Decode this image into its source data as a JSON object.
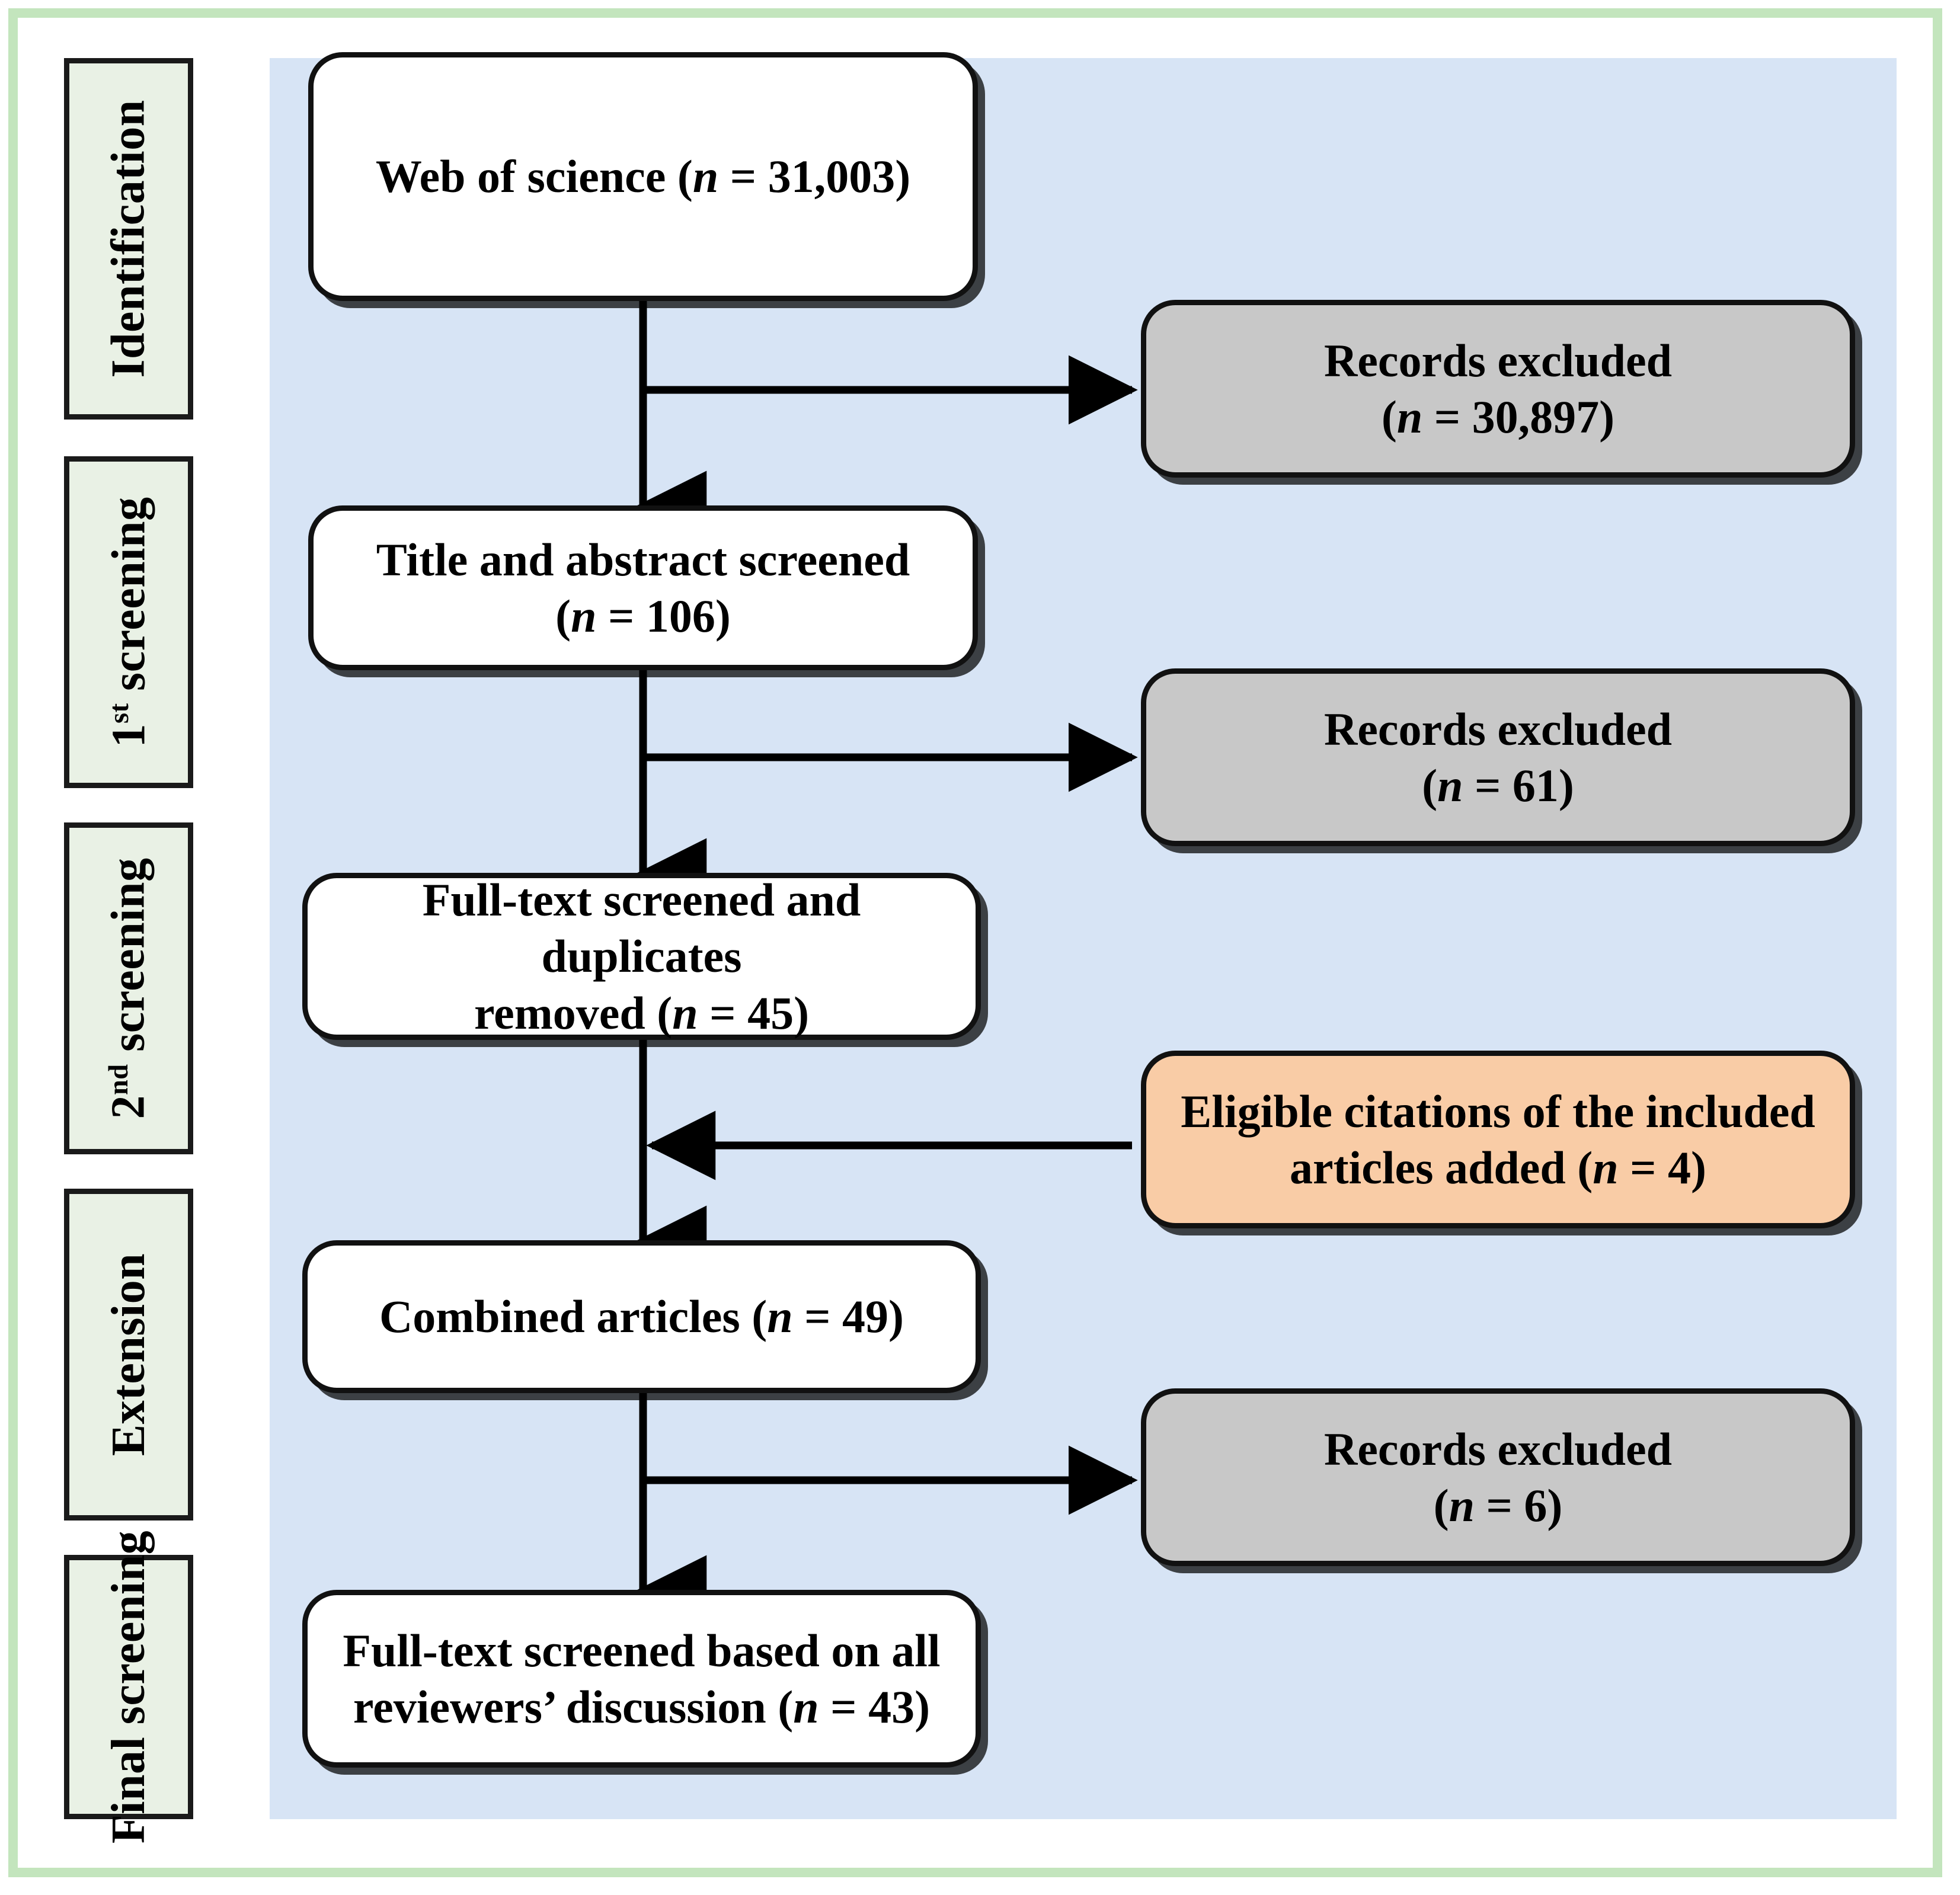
{
  "figure": {
    "type": "prisma-flow-diagram",
    "frame_color": "#c3e5bd",
    "panel_color": "#d7e4f5"
  },
  "stages": [
    {
      "name": "identification",
      "label": "Identification",
      "prefix": "",
      "suffix": ""
    },
    {
      "name": "first-screening",
      "label": "",
      "prefix": "1",
      "sup": "st",
      "suffix": " screening"
    },
    {
      "name": "second-screening",
      "label": "",
      "prefix": "2",
      "sup": "nd",
      "suffix": " screening"
    },
    {
      "name": "extension",
      "label": "Extension",
      "prefix": "",
      "suffix": ""
    },
    {
      "name": "final-screening",
      "label": "Final screening",
      "prefix": "",
      "suffix": ""
    }
  ],
  "flow": {
    "nodes": [
      {
        "id": "web-of-science",
        "kind": "white",
        "lines": [
          {
            "text": "Web of science (",
            "n_italic": "n",
            "rest": " = 31,003)"
          }
        ],
        "plain": "Web of science (n = 31,003)",
        "color": "#ffffff"
      },
      {
        "id": "records-excluded-1",
        "kind": "grey",
        "line1": "Records excluded",
        "line2_pre": "(",
        "line2_n": "n",
        "line2_post": " = 30,897)",
        "plain": "Records excluded (n = 30,897)",
        "color": "#c8c8c8"
      },
      {
        "id": "title-abstract-screened",
        "kind": "white",
        "line1": "Title and abstract screened",
        "line2_pre": "(",
        "line2_n": "n",
        "line2_post": " = 106)",
        "plain": "Title and abstract screened (n = 106)",
        "color": "#ffffff"
      },
      {
        "id": "records-excluded-2",
        "kind": "grey",
        "line1": "Records excluded",
        "line2_pre": "(",
        "line2_n": "n",
        "line2_post": " = 61)",
        "plain": "Records excluded (n = 61)",
        "color": "#c8c8c8"
      },
      {
        "id": "full-text-duplicates",
        "kind": "white",
        "line1": "Full-text screened and duplicates",
        "line2_pre": "removed (",
        "line2_n": "n",
        "line2_post": " = 45)",
        "plain": "Full-text screened and duplicates removed (n = 45)",
        "color": "#ffffff"
      },
      {
        "id": "eligible-citations",
        "kind": "orange",
        "line1": "Eligible citations of the included",
        "line2_pre": "articles added (",
        "line2_n": "n",
        "line2_post": " = 4)",
        "plain": "Eligible citations of the included articles added (n = 4)",
        "color": "#f9cca6"
      },
      {
        "id": "combined-articles",
        "kind": "white",
        "line1_pre": "Combined articles (",
        "line1_n": "n",
        "line1_post": " = 49)",
        "plain": "Combined articles (n = 49)",
        "color": "#ffffff"
      },
      {
        "id": "records-excluded-3",
        "kind": "grey",
        "line1": "Records excluded",
        "line2_pre": "(",
        "line2_n": "n",
        "line2_post": " = 6)",
        "plain": "Records excluded (n = 6)",
        "color": "#c8c8c8"
      },
      {
        "id": "final-full-text",
        "kind": "white",
        "line1": "Full-text screened based on all",
        "line2_pre": "reviewers’ discussion (",
        "line2_n": "n",
        "line2_post": " = 43)",
        "plain": "Full-text screened based on all reviewers’ discussion (n = 43)",
        "color": "#ffffff"
      }
    ],
    "edges": [
      {
        "from": "web-of-science",
        "to": "title-abstract-screened",
        "direction": "down"
      },
      {
        "from": "web-of-science",
        "to": "records-excluded-1",
        "direction": "right"
      },
      {
        "from": "title-abstract-screened",
        "to": "full-text-duplicates",
        "direction": "down"
      },
      {
        "from": "title-abstract-screened",
        "to": "records-excluded-2",
        "direction": "right"
      },
      {
        "from": "full-text-duplicates",
        "to": "combined-articles",
        "direction": "down"
      },
      {
        "from": "eligible-citations",
        "to": "combined-articles",
        "direction": "left"
      },
      {
        "from": "combined-articles",
        "to": "final-full-text",
        "direction": "down"
      },
      {
        "from": "combined-articles",
        "to": "records-excluded-3",
        "direction": "right"
      }
    ]
  }
}
